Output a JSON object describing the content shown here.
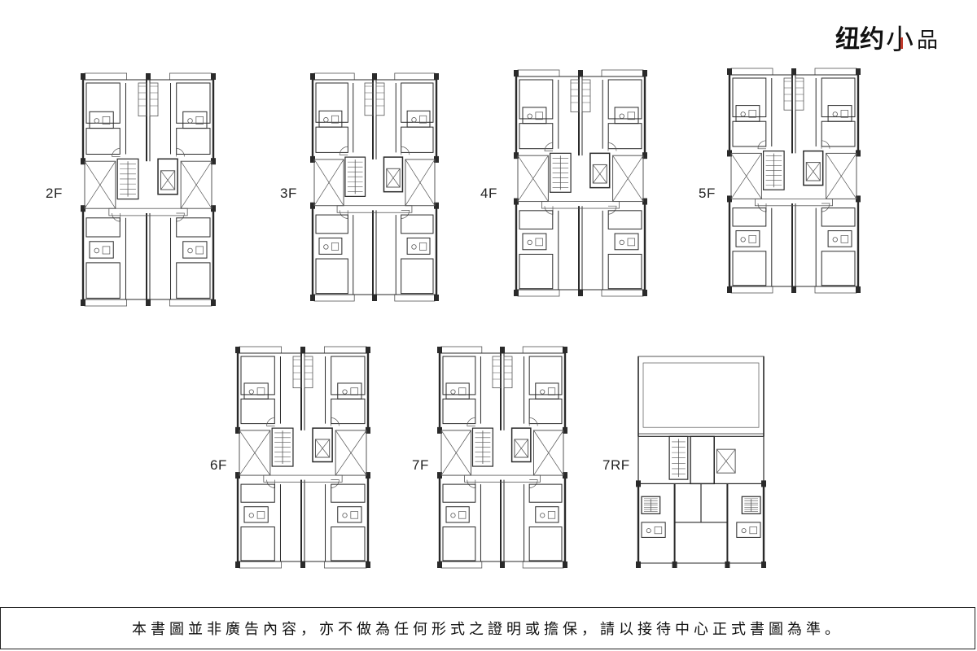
{
  "brand": {
    "logo_text": "纽约小品",
    "accent": "#c0392b"
  },
  "floors": [
    {
      "id": "2f",
      "label": "2F"
    },
    {
      "id": "3f",
      "label": "3F"
    },
    {
      "id": "4f",
      "label": "4F"
    },
    {
      "id": "5f",
      "label": "5F"
    },
    {
      "id": "6f",
      "label": "6F"
    },
    {
      "id": "7f",
      "label": "7F"
    },
    {
      "id": "7rf",
      "label": "7RF"
    }
  ],
  "disclaimer": "本書圖並非廣告內容，亦不做為任何形式之證明或擔保，請以接待中心正式書圖為準。",
  "colors": {
    "wall": "#2a2a2a",
    "thin": "#555555",
    "background": "#ffffff"
  }
}
